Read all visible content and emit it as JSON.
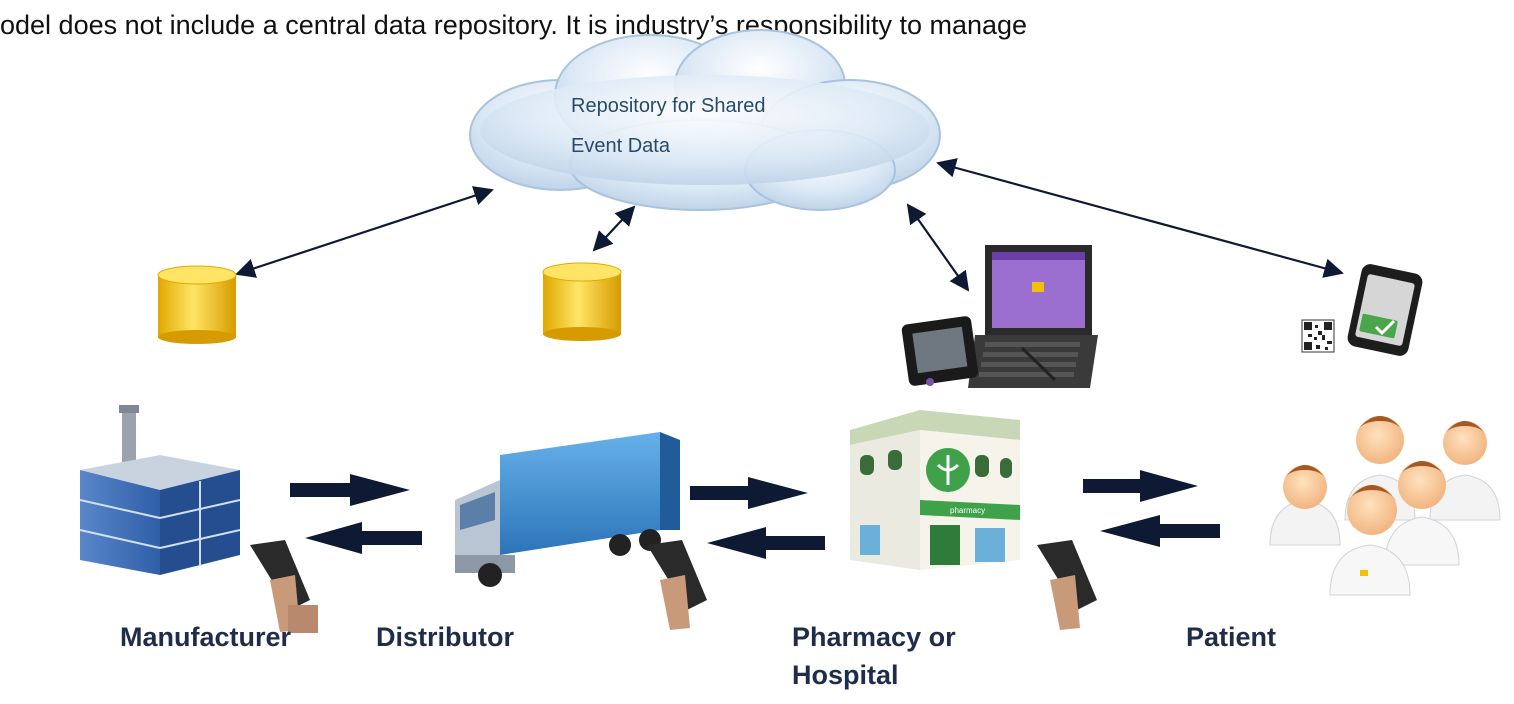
{
  "header": {
    "text": "odel does not include a central data repository.  It is industry’s responsibility to manage"
  },
  "cloud": {
    "label_line1": "Repository for Shared",
    "label_line2": "Event Data"
  },
  "nodes": [
    {
      "id": "manufacturer",
      "label": "Manufacturer"
    },
    {
      "id": "distributor",
      "label": "Distributor"
    },
    {
      "id": "pharmacy",
      "label_line1": "Pharmacy or",
      "label_line2": "Hospital"
    },
    {
      "id": "patient",
      "label": "Patient"
    }
  ],
  "pharmacy_sign": "pharmacy",
  "colors": {
    "label_navy": "#1f2d4a",
    "arrow_navy": "#0e1a33",
    "cloud_fill": "#d7e6f4",
    "cloud_stroke": "#a9c3de",
    "db_yellow": "#f2c200",
    "truck_blue": "#3a86c8"
  }
}
